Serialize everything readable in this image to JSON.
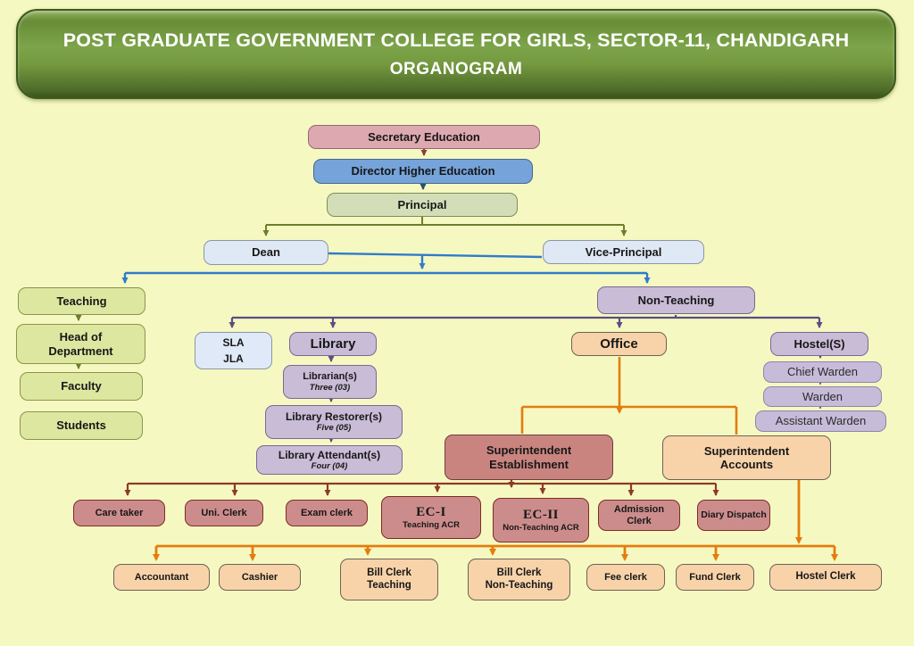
{
  "title": {
    "line1": "POST GRADUATE GOVERNMENT COLLEGE FOR GIRLS, SECTOR-11, CHANDIGARH",
    "line2": "ORGANOGRAM"
  },
  "nodes": {
    "secretary": {
      "label": "Secretary Education"
    },
    "director": {
      "label": "Director Higher Education"
    },
    "principal": {
      "label": "Principal"
    },
    "dean": {
      "label": "Dean"
    },
    "vice_principal": {
      "label": "Vice-Principal"
    },
    "teaching": {
      "label": "Teaching"
    },
    "non_teaching": {
      "label": "Non-Teaching"
    },
    "head_of_department": {
      "label": "Head of\nDepartment"
    },
    "faculty": {
      "label": "Faculty"
    },
    "students": {
      "label": "Students"
    },
    "sla_jla": {
      "label": "SLA\nJLA"
    },
    "library": {
      "label": "Library"
    },
    "librarians": {
      "label": "Librarian(s)",
      "count": "Three (03)"
    },
    "library_restorers": {
      "label": "Library Restorer(s)",
      "count": "Five (05)"
    },
    "library_attendants": {
      "label": "Library Attendant(s)",
      "count": "Four (04)"
    },
    "office": {
      "label": "Office"
    },
    "hostel": {
      "label": "Hostel(S)"
    },
    "chief_warden": {
      "label": "Chief Warden"
    },
    "warden": {
      "label": "Warden"
    },
    "assistant_warden": {
      "label": "Assistant Warden"
    },
    "sup_establishment": {
      "label": "Superintendent\nEstablishment"
    },
    "sup_accounts": {
      "label": "Superintendent\nAccounts"
    },
    "care_taker": {
      "label": "Care taker"
    },
    "uni_clerk": {
      "label": "Uni. Clerk"
    },
    "exam_clerk": {
      "label": "Exam clerk"
    },
    "ec_1": {
      "label": "EC-I",
      "sub": "Teaching ACR"
    },
    "ec_2": {
      "label": "EC-II",
      "sub": "Non-Teaching ACR"
    },
    "admission_clerk": {
      "label": "Admission Clerk"
    },
    "diary_dispatch": {
      "label": "Diary Dispatch"
    },
    "accountant": {
      "label": "Accountant"
    },
    "cashier": {
      "label": "Cashier"
    },
    "bill_clerk_teaching": {
      "label": "Bill Clerk\nTeaching"
    },
    "bill_clerk_non_teaching": {
      "label": "Bill Clerk\nNon-Teaching"
    },
    "fee_clerk": {
      "label": "Fee clerk"
    },
    "fund_clerk": {
      "label": "Fund Clerk"
    },
    "hostel_clerk": {
      "label": "Hostel Clerk"
    }
  },
  "colors": {
    "bg": "#f6f8c2",
    "header_green": "#74993f",
    "pink_box": "#dda8b0",
    "blue_box": "#75a3da",
    "sage_box": "#d3deb9",
    "paleblue_box": "#dfe8f5",
    "green_box": "#dde7a0",
    "purple_box": "#c9bcd7",
    "lavender_box": "#c6bcda",
    "peach_box": "#f8d3a9",
    "rose_box": "#cd8c8c",
    "darkrose_box": "#ca8480",
    "slablue_box": "#dfe9f7",
    "line_maroon": "#8c3b39",
    "line_navy": "#28506b",
    "line_olive": "#6d7f2e",
    "line_blue": "#2f7ccb",
    "line_purple": "#5a4d82",
    "line_orange": "#e37d0e",
    "line_darkred": "#8e3a28"
  }
}
